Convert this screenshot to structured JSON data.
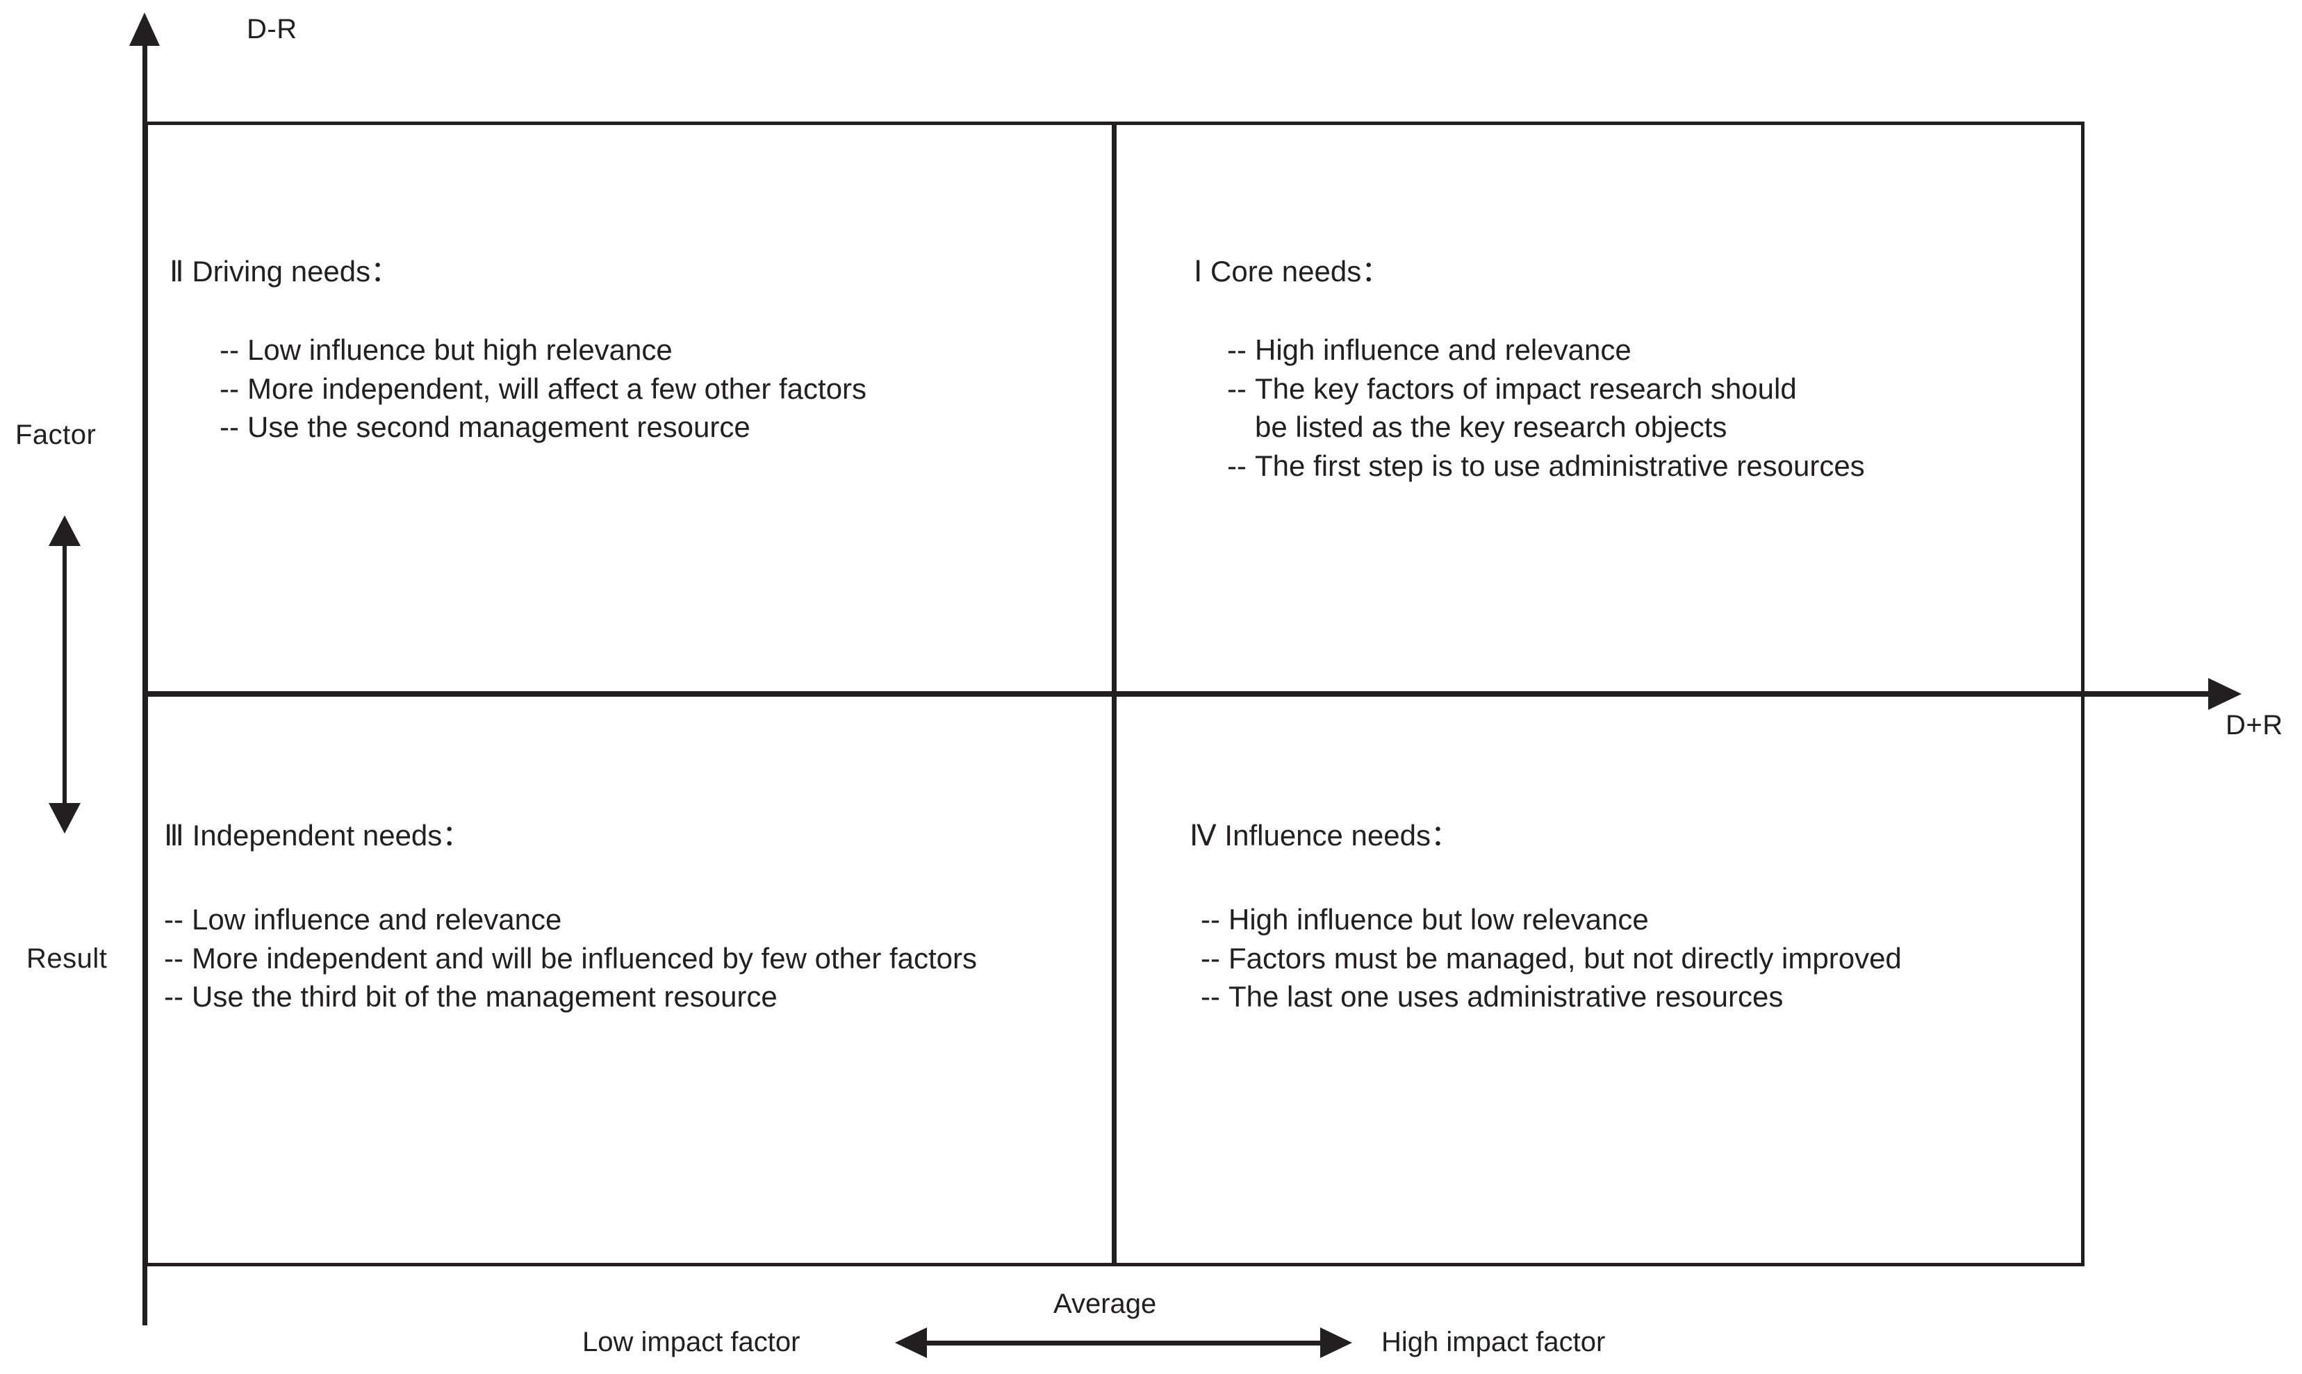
{
  "axes": {
    "y_label": "D-R",
    "x_label": "D+R",
    "left_top_label": "Factor",
    "left_bottom_label": "Result",
    "bottom_left_label": "Low impact factor",
    "bottom_center_label": "Average",
    "bottom_right_label": "High impact factor"
  },
  "colors": {
    "line": "#231f20",
    "text": "#231f20",
    "background": "#ffffff"
  },
  "quadrants": [
    {
      "id": "I",
      "position": "top-right",
      "title": "Ⅰ  Core needs：",
      "bullets": [
        {
          "marker": "--",
          "lines": [
            "High influence and relevance"
          ]
        },
        {
          "marker": "--",
          "lines": [
            "The key factors of impact research should",
            "be listed as the key research objects"
          ]
        },
        {
          "marker": "--",
          "lines": [
            "The first step is to use administrative resources"
          ]
        }
      ]
    },
    {
      "id": "II",
      "position": "top-left",
      "title": "Ⅱ  Driving needs：",
      "bullets": [
        {
          "marker": "--",
          "lines": [
            "Low influence but high relevance"
          ]
        },
        {
          "marker": "--",
          "lines": [
            "More independent, will affect a few other factors"
          ]
        },
        {
          "marker": "--",
          "lines": [
            "Use the second management resource"
          ]
        }
      ]
    },
    {
      "id": "III",
      "position": "bottom-left",
      "title": "Ⅲ Independent  needs：",
      "bullets": [
        {
          "marker": "--",
          "lines": [
            "Low influence and relevance"
          ]
        },
        {
          "marker": "--",
          "lines": [
            "More independent and will be influenced by few other factors"
          ]
        },
        {
          "marker": "--",
          "lines": [
            "Use the third bit of the management resource"
          ]
        }
      ]
    },
    {
      "id": "IV",
      "position": "bottom-right",
      "title": "Ⅳ Influence needs：",
      "bullets": [
        {
          "marker": "--",
          "lines": [
            "High influence but low relevance"
          ]
        },
        {
          "marker": "--",
          "lines": [
            "Factors must be managed, but not directly improved"
          ]
        },
        {
          "marker": "--",
          "lines": [
            "The last one uses administrative resources"
          ]
        }
      ]
    }
  ]
}
